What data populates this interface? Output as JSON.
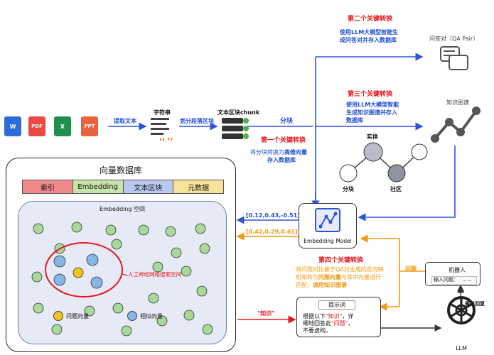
{
  "header": {
    "extract_text": "提取文本",
    "string": "字符串",
    "split_paragraphs": "划分段落区块",
    "text_chunk": "文本区块chunk",
    "chunking": "分块"
  },
  "file_icons": [
    {
      "name": "word-icon",
      "label": "W",
      "color": "#2b6cd6"
    },
    {
      "name": "pdf-icon",
      "label": "PDF",
      "color": "#e84a42"
    },
    {
      "name": "excel-icon",
      "label": "X",
      "color": "#1f8f4e"
    },
    {
      "name": "ppt-icon",
      "label": "PPT",
      "color": "#e8623c"
    }
  ],
  "steps": {
    "second_title": "第二个关键转换",
    "second_desc_1": "使用LLM大模型智能生",
    "second_desc_2": "成问答对并存入数据库",
    "qa_pair": "问答对（QA Pair）",
    "third_title": "第三个关键转换",
    "third_desc_1": "使用LLM大模型智能",
    "third_desc_2": "生成知识图谱并存入",
    "third_desc_3": "数据库",
    "knowledge_graph": "知识图谱",
    "first_title": "第一个关键转换",
    "first_desc_1": "将分块转换为",
    "first_desc_1b": "高维向量",
    "first_desc_2": "存入数据库",
    "fourth_title": "第四个关键转换",
    "fourth_desc_1": "将问题对比基于QA对生成的反向映",
    "fourth_desc_2a": "射和转为",
    "fourth_desc_2b": "问题向量",
    "fourth_desc_2c": "与库中向量进行",
    "fourth_desc_3a": "匹配，",
    "fourth_desc_3b": "调用知识图谱"
  },
  "graph": {
    "entity": "实体",
    "chunk": "分块",
    "community": "社区"
  },
  "vectors": {
    "v1": "[0.12,0.43,-0.51]",
    "v2": "[0.42,0.29,0.61]"
  },
  "embedding_model": "Embedding Model",
  "database": {
    "title": "向量数据库",
    "columns": [
      {
        "label": "索引",
        "color": "#f08a8a"
      },
      {
        "label": "Embedding",
        "color": "#c6e5a8"
      },
      {
        "label": "文本区块",
        "color": "#b8c8ee"
      },
      {
        "label": "元数据",
        "color": "#f7e39a"
      }
    ],
    "space_title": "Embedding 空间",
    "search_label": "人工神经网络搜索空间",
    "legend_question": "问题向量",
    "legend_similar": "相似向量",
    "colors": {
      "green": "#a8d99a",
      "blue": "#86b6e6",
      "yellow": "#f2c41a"
    }
  },
  "prompt": {
    "title": "提示词",
    "knowledge_tag": "\"知识\"",
    "line1a": "根据以下",
    "line1b": "\"知识\"",
    "line1c": "，详",
    "line2a": "细地回答此",
    "line2b": "\"问题\"",
    "line2c": "，",
    "line3": "不要虚构。"
  },
  "robot": {
    "label": "机器人",
    "input_label": "输入问题：",
    "input_value": "……"
  },
  "question": "问题",
  "final_reply": "最终回复",
  "llm": "LLM"
}
